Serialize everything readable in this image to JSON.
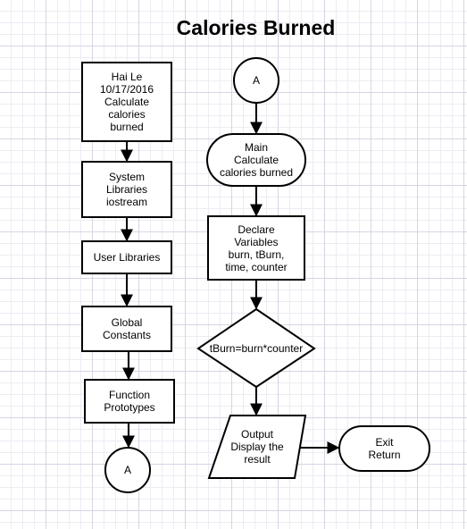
{
  "title": "Calories Burned",
  "nodes": {
    "header_info": "Hai Le\n10/17/2016\nCalculate\ncalories\nburned",
    "system_libraries": "System\nLibraries\niostream",
    "user_libraries": "User Libraries",
    "global_constants": "Global\nConstants",
    "function_prototypes": "Function\nPrototypes",
    "connector_left": "A",
    "connector_right": "A",
    "main": "Main\nCalculate\ncalories burned",
    "declare_variables": "Declare\nVariables\nburn, tBurn,\ntime, counter",
    "decision": "tBurn=burn*counter",
    "output": "Output\nDisplay the\nresult",
    "exit": "Exit\nReturn"
  }
}
